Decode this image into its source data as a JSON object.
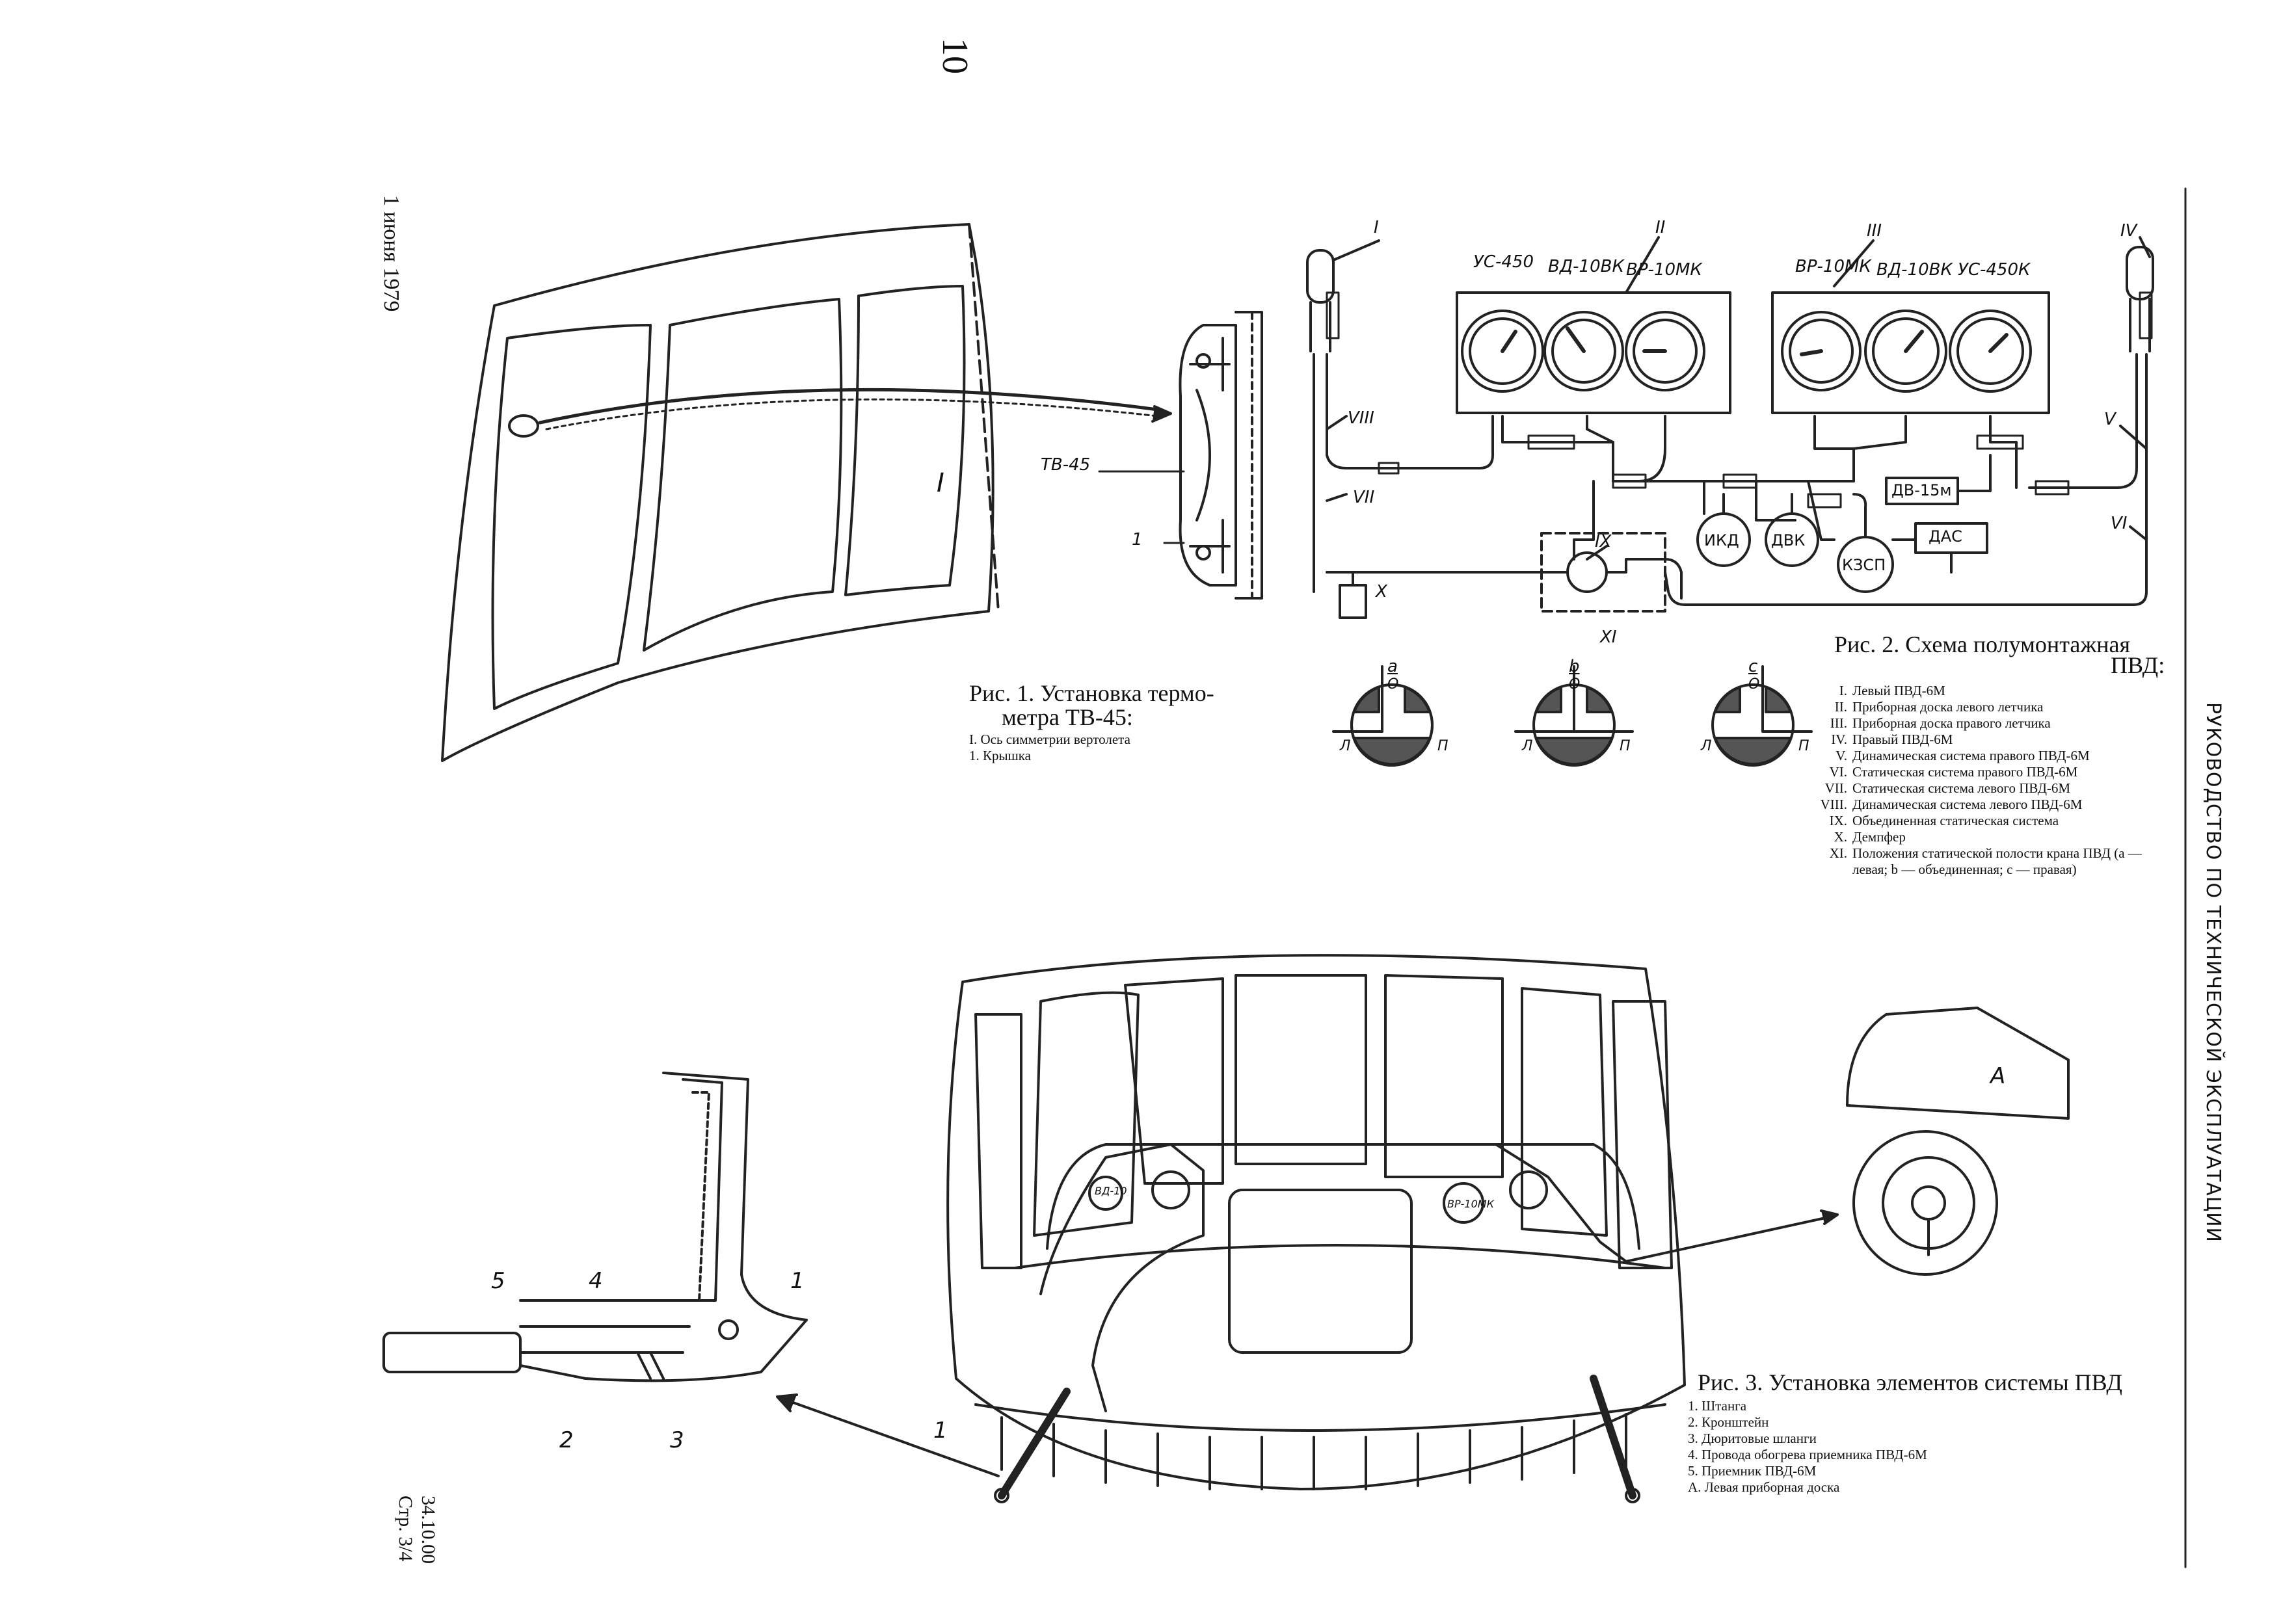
{
  "page": {
    "page_number_top": "10",
    "date": "1 июня 1979",
    "doc_code": "34.10.00",
    "page_ref": "Стр. 3/4",
    "spine_title": "РУКОВОДСТВО ПО ТЕХНИЧЕСКОЙ ЭКСПЛУАТАЦИИ"
  },
  "fig1": {
    "caption_line1": "Рис. 1. Установка термо-",
    "caption_line2": "метра ТВ-45:",
    "items": [
      "I. Ось симметрии вертолета",
      "1. Крышка"
    ],
    "label_tv45": "ТВ-45",
    "label_1": "1",
    "label_I": "I"
  },
  "fig2": {
    "caption_line1": "Рис. 2. Схема полумонтажная",
    "caption_line2": "ПВД:",
    "gauges_left": [
      "УС-450",
      "ВД-10ВК",
      "ВР-10МК"
    ],
    "gauges_right": [
      "ВР-10МК",
      "ВД-10ВК",
      "УС-450К"
    ],
    "units": [
      "ДВ-15м",
      "ДАС",
      "ИКД",
      "ДВК",
      "КЗСП"
    ],
    "roman": [
      "I",
      "II",
      "III",
      "IV",
      "V",
      "VI",
      "VII",
      "VIII",
      "IX",
      "X",
      "XI"
    ],
    "valve_positions": [
      "a",
      "b",
      "c"
    ],
    "valve_marks": [
      "Л",
      "О",
      "П"
    ],
    "legend": [
      {
        "n": "I.",
        "t": "Левый ПВД-6М"
      },
      {
        "n": "II.",
        "t": "Приборная доска левого летчика"
      },
      {
        "n": "III.",
        "t": "Приборная доска правого летчика"
      },
      {
        "n": "IV.",
        "t": "Правый ПВД-6М"
      },
      {
        "n": "V.",
        "t": "Динамическая система правого ПВД-6М"
      },
      {
        "n": "VI.",
        "t": "Статическая система правого ПВД-6М"
      },
      {
        "n": "VII.",
        "t": "Статическая система левого ПВД-6М"
      },
      {
        "n": "VIII.",
        "t": "Динамическая система левого ПВД-6М"
      },
      {
        "n": "IX.",
        "t": "Объединенная статическая система"
      },
      {
        "n": "X.",
        "t": "Демпфер"
      },
      {
        "n": "XI.",
        "t": "Положения статической полости крана ПВД (a — левая; b — объединенная; c — правая)"
      }
    ]
  },
  "fig3": {
    "caption": "Рис. 3. Установка элементов системы ПВД",
    "items": [
      "1. Штанга",
      "2. Кронштейн",
      "3. Дюритовые шланги",
      "4. Провода обогрева приемника ПВД-6М",
      "5. Приемник ПВД-6М",
      "A. Левая приборная доска"
    ],
    "callouts": [
      "1",
      "2",
      "3",
      "4",
      "5",
      "A"
    ],
    "panel_gauge_labels": [
      "ВД-10",
      "ВР-10МК"
    ]
  }
}
